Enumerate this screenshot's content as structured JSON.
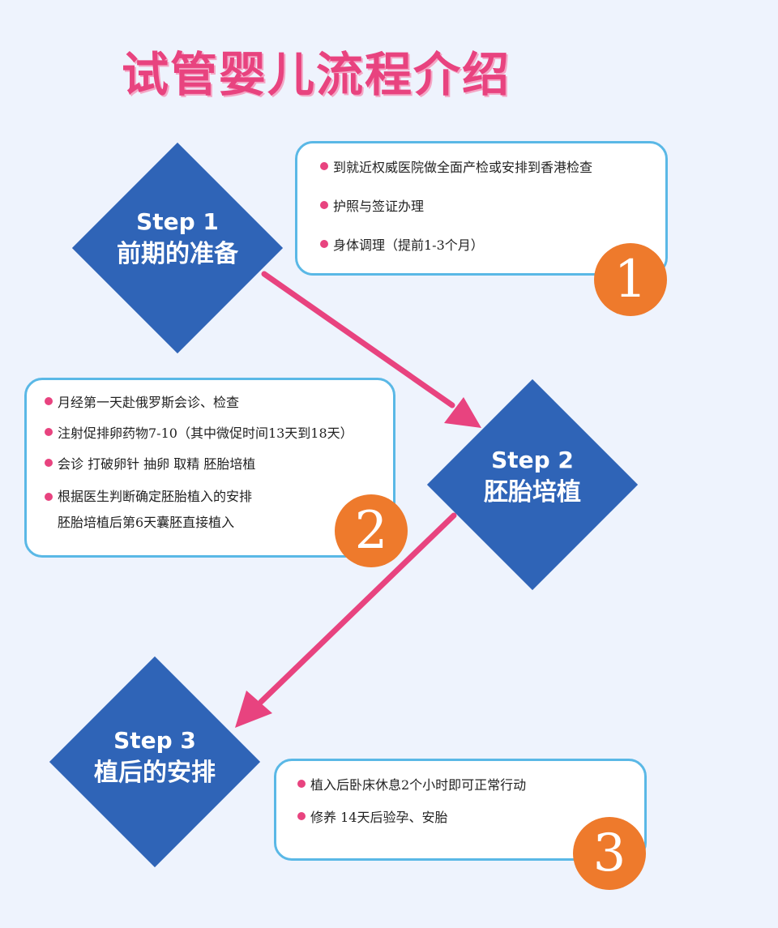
{
  "title": "试管婴儿流程介绍",
  "colors": {
    "background": "#eef3fd",
    "title": "#e8437f",
    "diamond": "#2f64b7",
    "arrow": "#e8437f",
    "box_border": "#5ab8e6",
    "badge": "#ee7a2c",
    "bullet": "#e8437f"
  },
  "steps": [
    {
      "step": "Step 1",
      "name": "前期的准备",
      "badge": "1",
      "items": [
        "到就近权威医院做全面产检或安排到香港检查",
        "护照与签证办理",
        "身体调理（提前1-3个月）"
      ],
      "sub": ""
    },
    {
      "step": "Step 2",
      "name": "胚胎培植",
      "badge": "2",
      "items": [
        "月经第一天赴俄罗斯会诊、检查",
        "注射促排卵药物7-10（其中微促时间13天到18天）",
        "会诊 打破卵针 抽卵 取精 胚胎培植",
        "根据医生判断确定胚胎植入的安排"
      ],
      "sub": "胚胎培植后第6天囊胚直接植入"
    },
    {
      "step": "Step 3",
      "name": "植后的安排",
      "badge": "3",
      "items": [
        "植入后卧床休息2个小时即可正常行动",
        "修养 14天后验孕、安胎"
      ],
      "sub": ""
    }
  ]
}
